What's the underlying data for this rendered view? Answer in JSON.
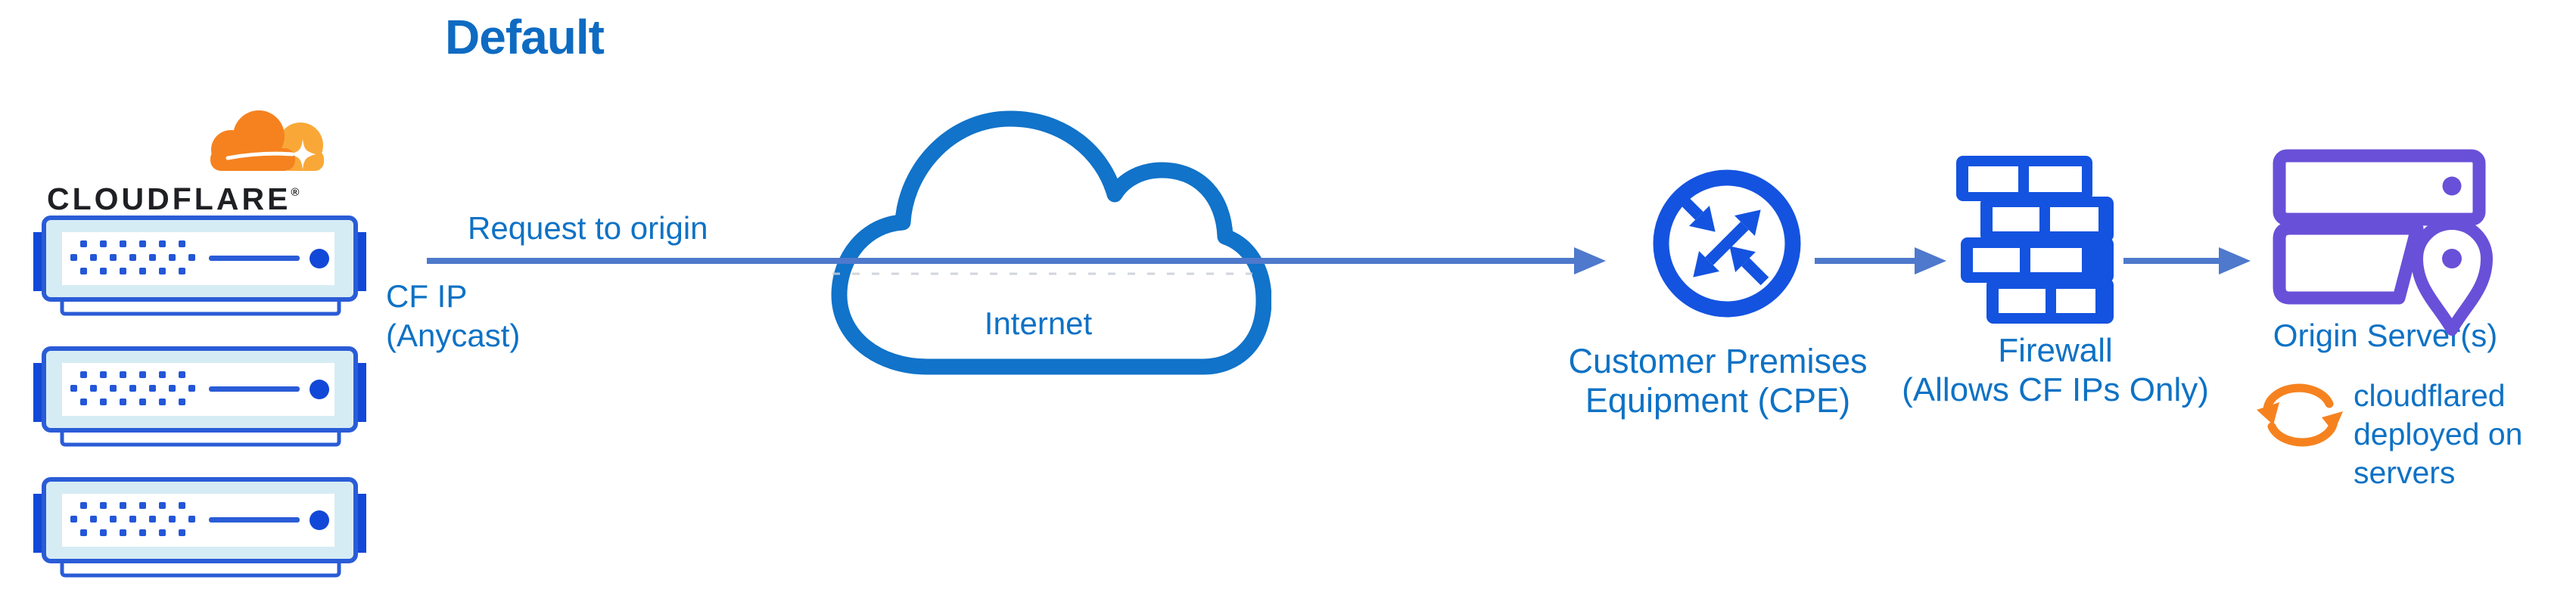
{
  "title": "Default",
  "logo": {
    "wordmark": "CLOUDFLARE",
    "registered": "®"
  },
  "flow": {
    "request_label": "Request to origin",
    "ip_label_line1": "CF IP",
    "ip_label_line2": "(Anycast)"
  },
  "cloud": {
    "label": "Internet"
  },
  "cpe": {
    "label_line1": "Customer Premises",
    "label_line2": "Equipment (CPE)"
  },
  "firewall": {
    "label_line1": "Firewall",
    "label_line2": "(Allows CF IPs Only)"
  },
  "origin": {
    "label": "Origin Server(s)",
    "note_line1": "cloudflared",
    "note_line2": "deployed on",
    "note_line3": "servers"
  },
  "colors": {
    "title_blue": "#0e6bc2",
    "label_blue": "#0e72c5",
    "icon_blue": "#1453e0",
    "server_border_blue": "#2a5cd7",
    "server_tab_blue": "#1248d8",
    "server_dot_blue": "#2356d8",
    "server_fill": "#d6ecf4",
    "connector_blue": "#4e79cc",
    "cloud_stroke": "#1173c9",
    "purple": "#6950d8",
    "logo_orange": "#f5821f",
    "logo_orange_light": "#f9a838",
    "sync_orange": "#f6821f",
    "wordmark_black": "#1f2023"
  }
}
